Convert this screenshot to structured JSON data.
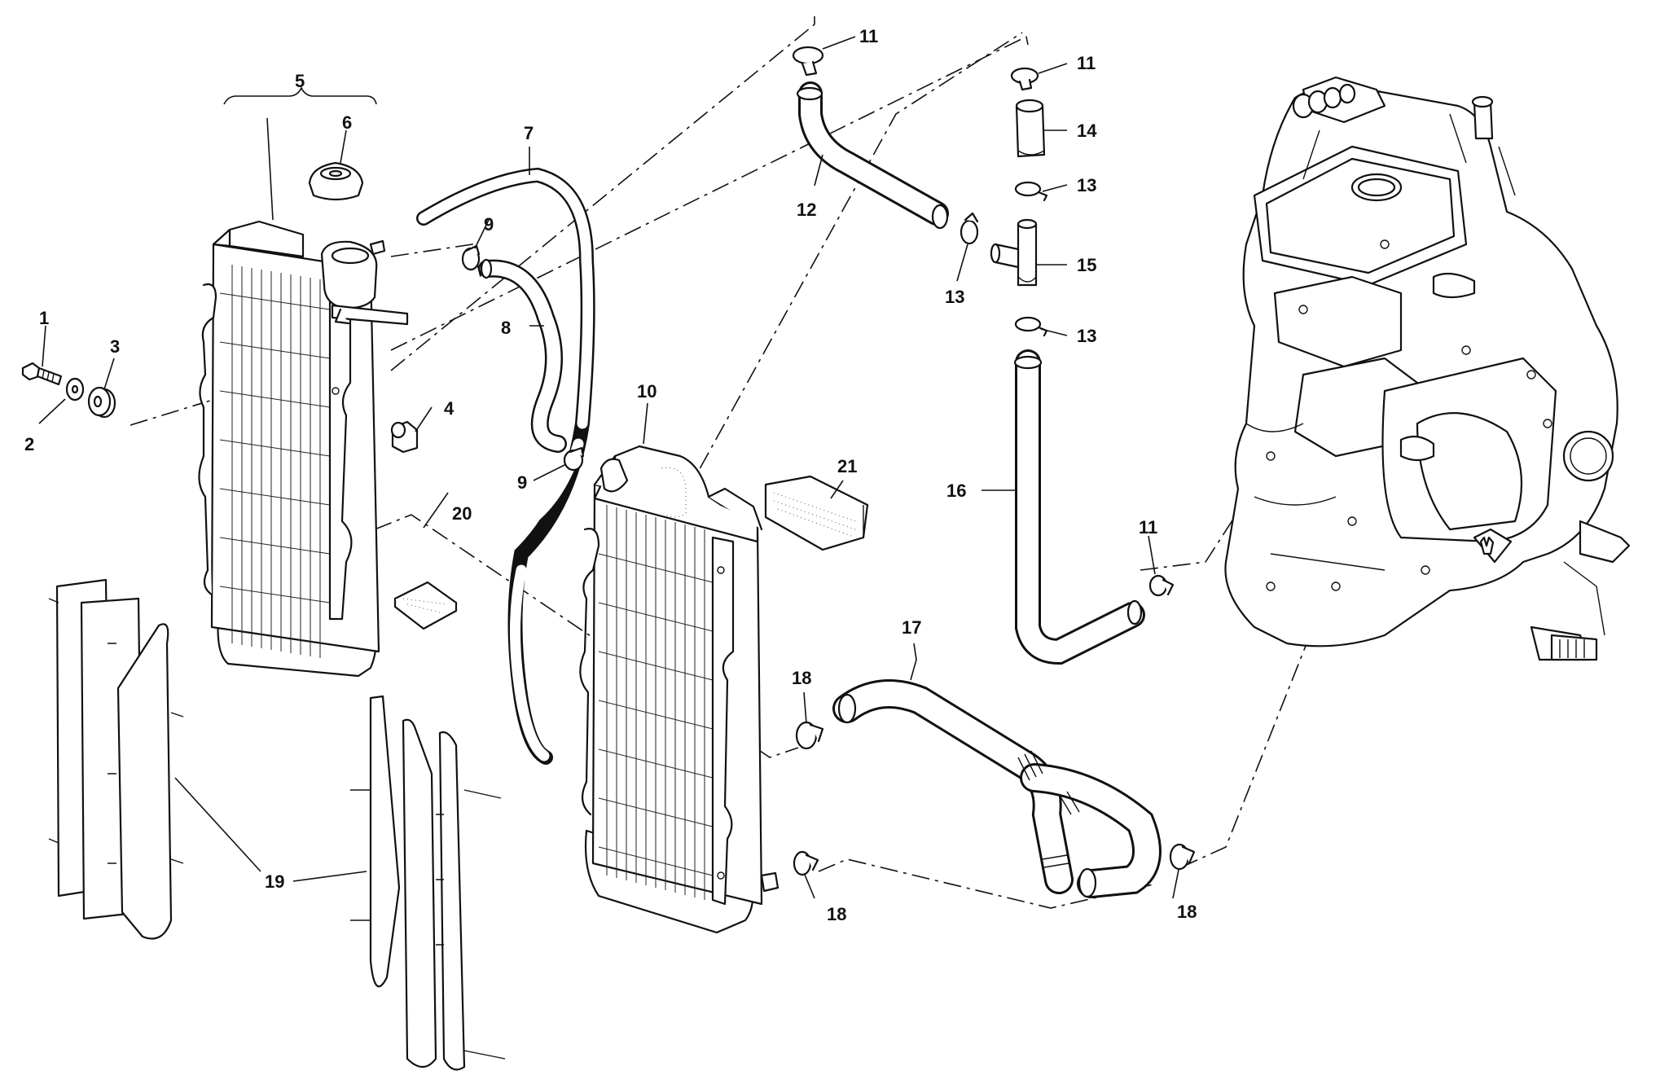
{
  "diagram": {
    "callouts": [
      "1",
      "2",
      "3",
      "4",
      "5",
      "6",
      "7",
      "8",
      "9",
      "9",
      "10",
      "11",
      "11",
      "11",
      "12",
      "13",
      "13",
      "13",
      "14",
      "15",
      "16",
      "17",
      "18",
      "18",
      "18",
      "19",
      "20",
      "21"
    ]
  },
  "colors": {
    "line": "#111111",
    "background": "#ffffff"
  }
}
